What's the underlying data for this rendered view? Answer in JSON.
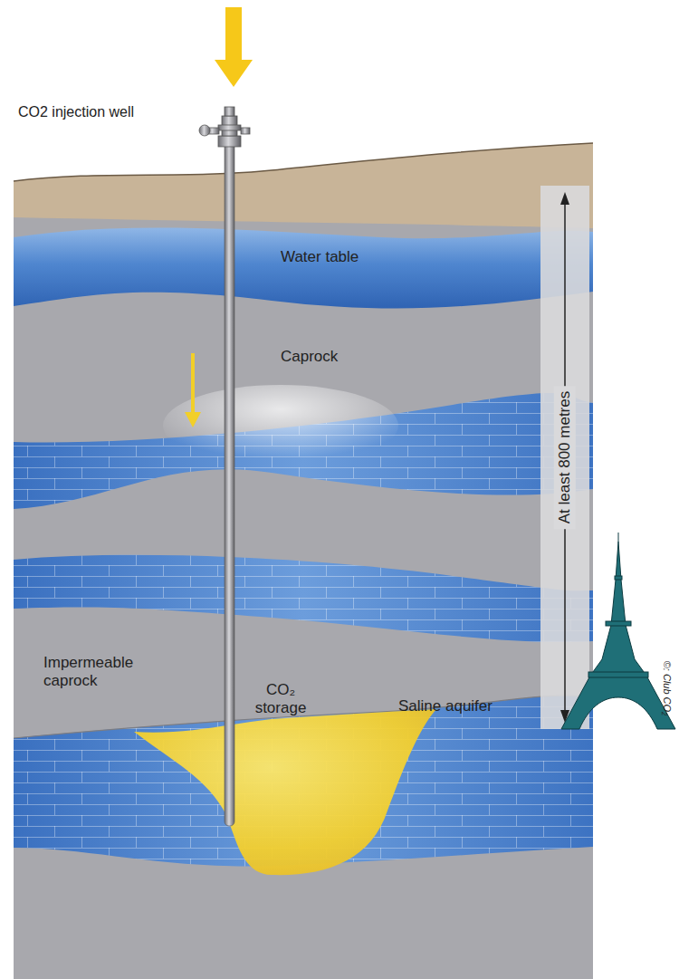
{
  "diagram": {
    "labels": [
      "CO2 injection well",
      "Water table",
      "Caprock",
      "At least 800 metres",
      "Impermeable caprock",
      "CO₂ storage",
      "Saline aquifer",
      "©: Club CO₂"
    ]
  }
}
